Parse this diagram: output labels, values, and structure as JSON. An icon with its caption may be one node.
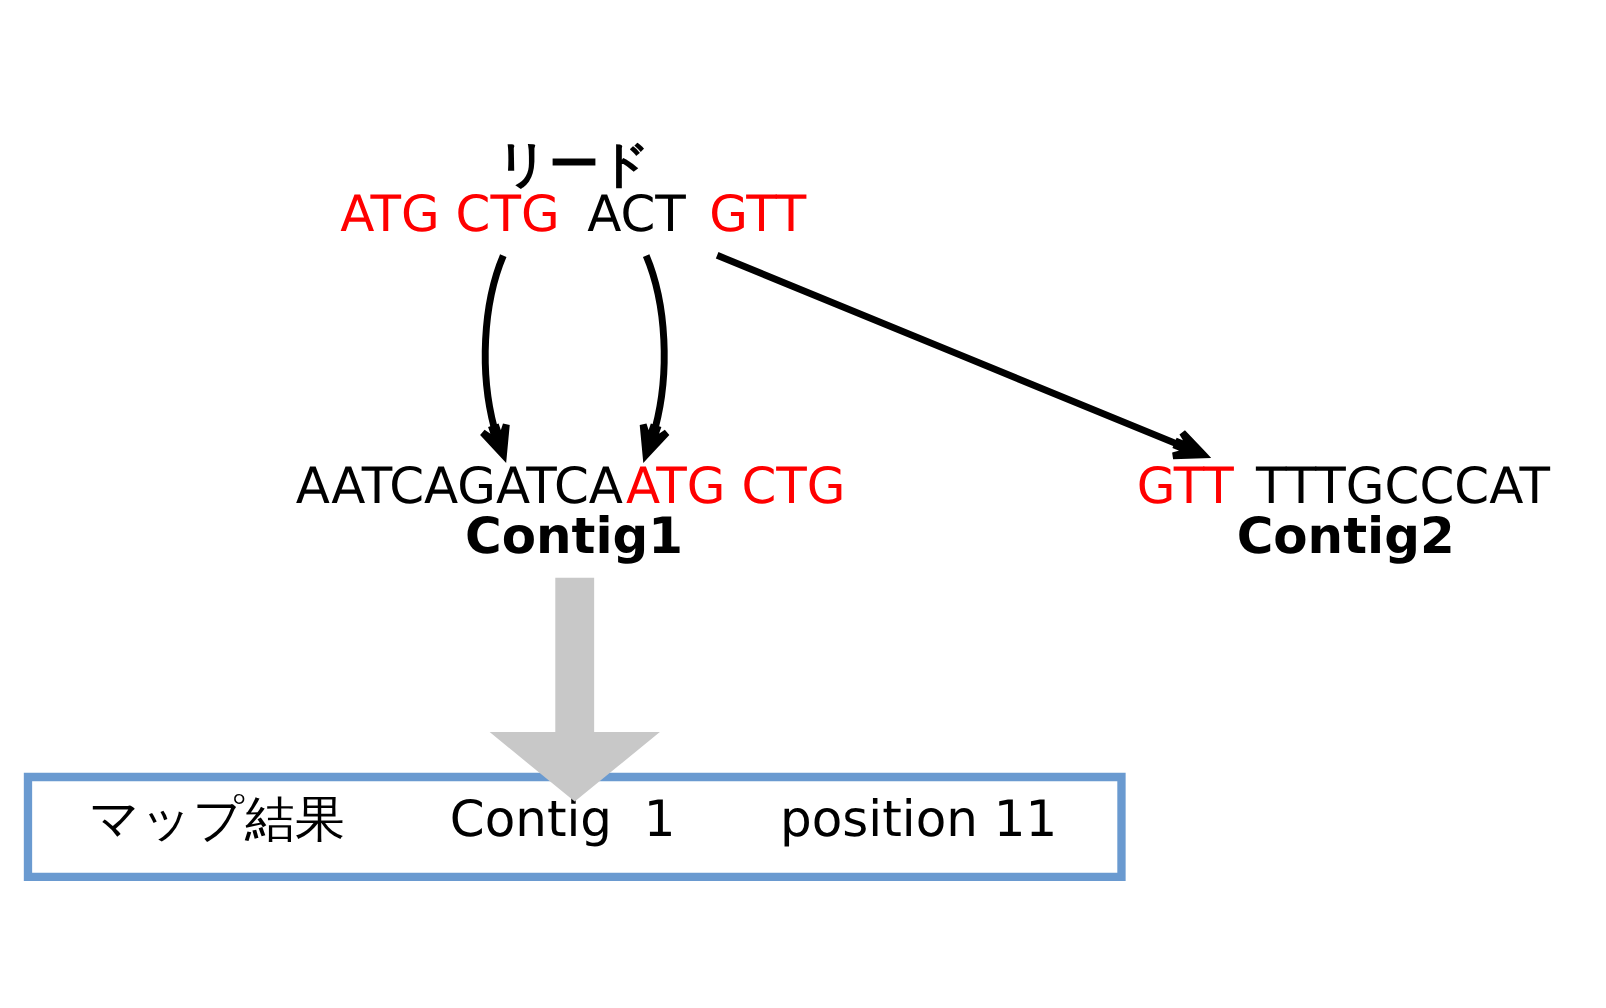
{
  "diagram": {
    "nodes": [
      {
        "text": [
          "リード",
          "ATG CTG",
          "ACT",
          "GTT"
        ]
      },
      {
        "text": [
          "AATCAGATCA",
          "ATG CTG",
          "Contig1"
        ]
      },
      {
        "text": [
          "GTT",
          "TTTGCCCAT",
          "Contig2"
        ]
      },
      {
        "text": [
          "マップ結果",
          "Contig  1",
          "position 11"
        ]
      }
    ],
    "edges": [
      {
        "from": 0,
        "to": 1,
        "arrow": "to"
      },
      {
        "from": 0,
        "to": 1,
        "arrow": "to"
      },
      {
        "from": 0,
        "to": 2,
        "arrow": "to"
      },
      {
        "from": 1,
        "to": 3,
        "arrow": "to",
        "style": "thick",
        "color": "#c8c8c8"
      }
    ]
  }
}
